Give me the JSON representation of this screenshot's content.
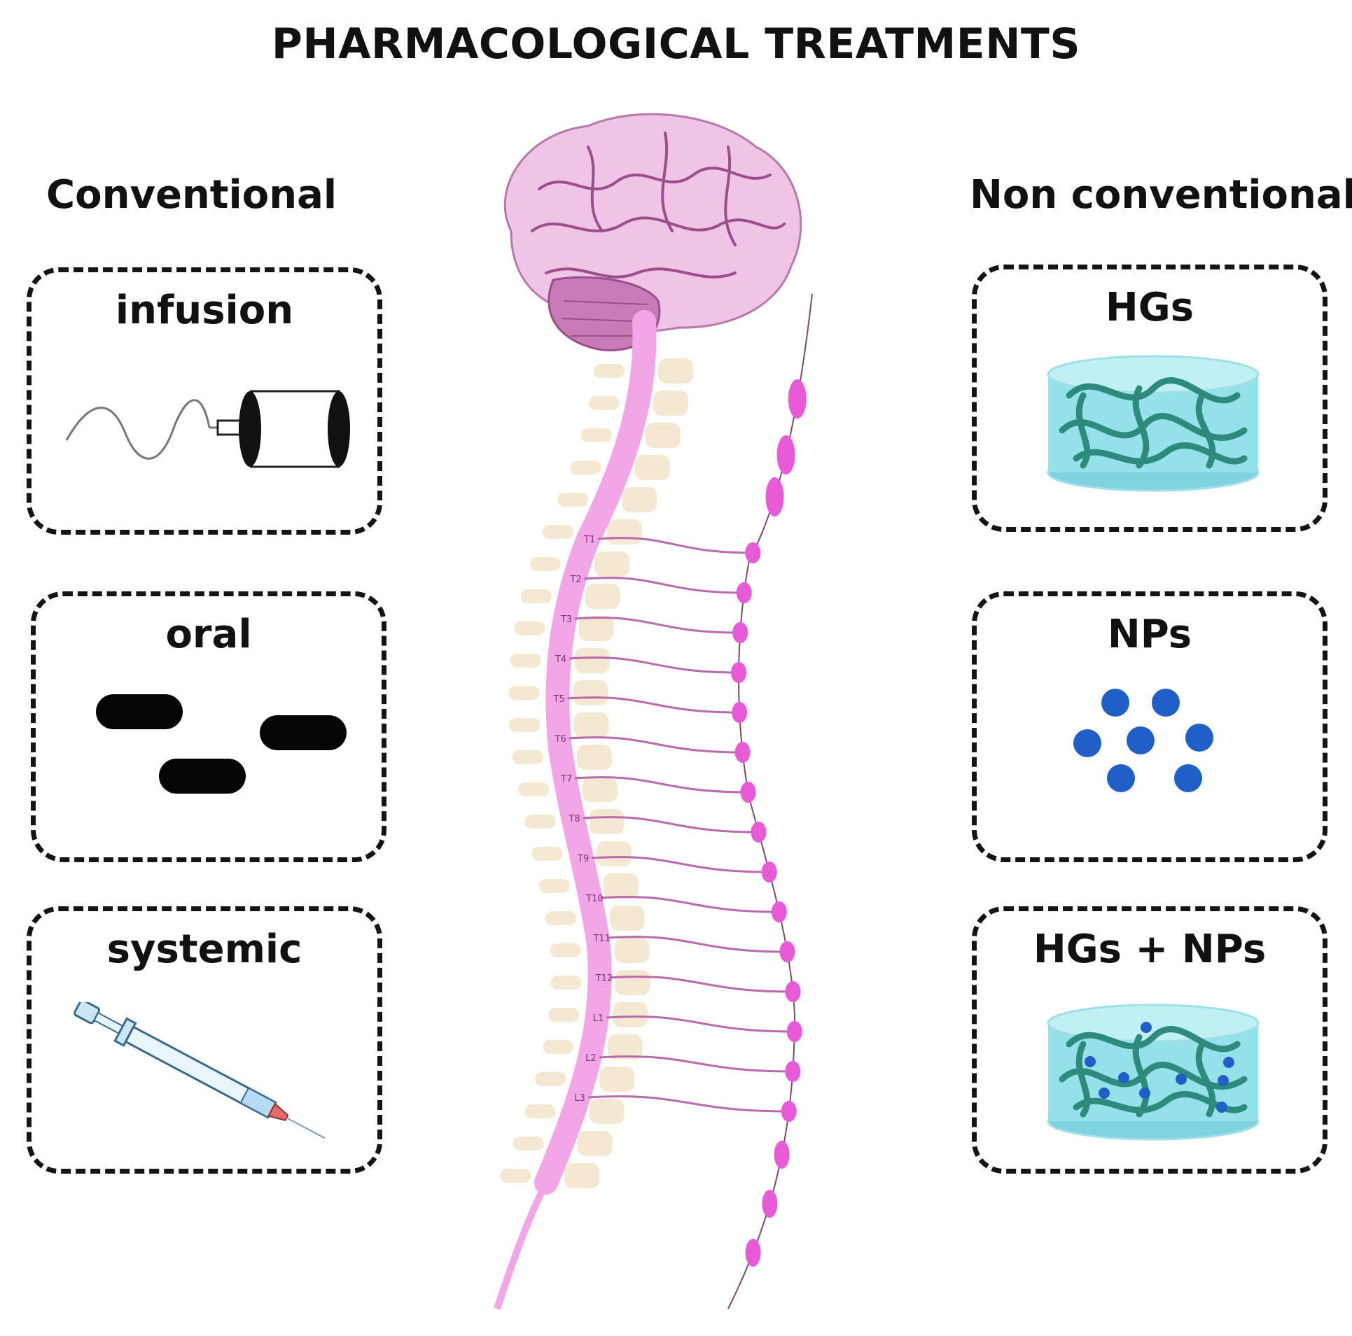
{
  "title": "PHARMACOLOGICAL TREATMENTS",
  "conventional": {
    "heading": "Conventional",
    "items": [
      {
        "label": "infusion",
        "icon": "infusion-pump-icon"
      },
      {
        "label": "oral",
        "icon": "pills-icon"
      },
      {
        "label": "systemic",
        "icon": "syringe-icon"
      }
    ]
  },
  "non_conventional": {
    "heading": "Non conventional",
    "items": [
      {
        "label": "HGs",
        "icon": "hydrogel-icon"
      },
      {
        "label": "NPs",
        "icon": "nanoparticles-icon"
      },
      {
        "label": "HGs + NPs",
        "icon": "hydrogel-with-nanoparticles-icon"
      }
    ]
  },
  "spine": {
    "levels": [
      "T1",
      "T2",
      "T3",
      "T4",
      "T5",
      "T6",
      "T7",
      "T8",
      "T9",
      "T10",
      "T11",
      "T12",
      "L1",
      "L2",
      "L3"
    ]
  },
  "colors": {
    "cord_pink": "#f2a6e8",
    "brain_pink": "#efc4e6",
    "ganglion_magenta": "#e85ad8",
    "vertebra_beige": "#f5e8d3",
    "hydrogel_cyan": "#8fe0e8",
    "hydrogel_fiber": "#2e8a7c",
    "nanoparticle_blue": "#1f5fc8"
  }
}
